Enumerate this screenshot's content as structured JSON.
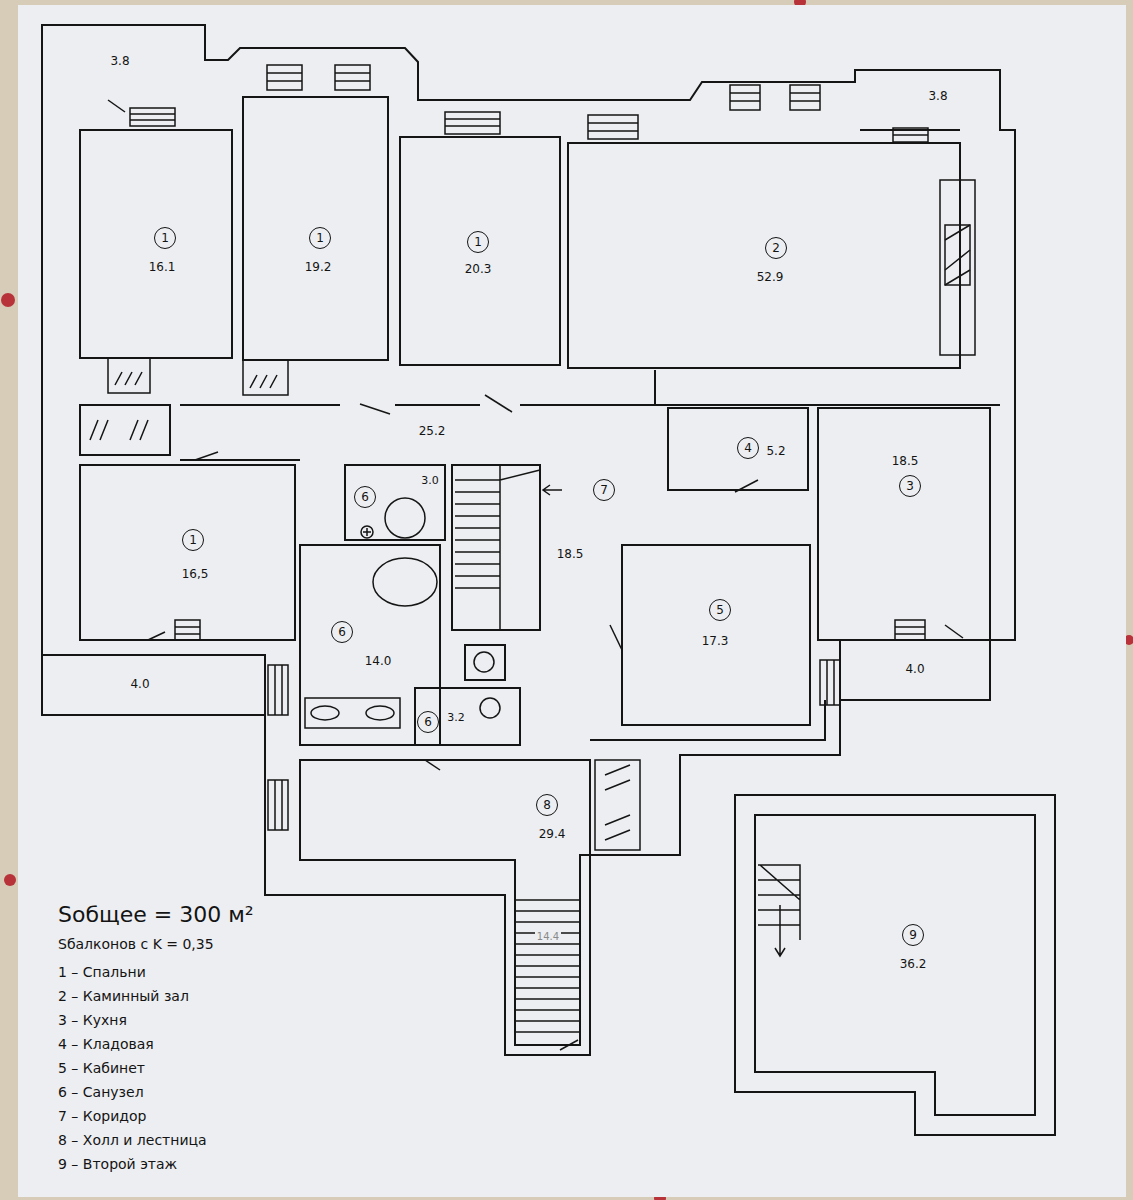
{
  "diagram": {
    "nodes": [
      {
        "text": [
          "1"
        ]
      },
      {
        "text": [
          "1"
        ]
      },
      {
        "text": [
          "1"
        ]
      },
      {
        "text": [
          "2"
        ]
      },
      {
        "text": [
          "6"
        ]
      },
      {
        "text": [
          "7"
        ]
      },
      {
        "text": [
          "4"
        ]
      },
      {
        "text": [
          "3"
        ]
      },
      {
        "text": [
          "1"
        ]
      },
      {
        "text": [
          "6"
        ]
      },
      {
        "text": [
          "5"
        ]
      },
      {
        "text": [
          "6"
        ]
      },
      {
        "text": [
          "8"
        ]
      },
      {
        "text": [
          "9"
        ]
      }
    ],
    "labels": [
      "3.8",
      "3.8",
      "16.1",
      "19.2",
      "20.3",
      "52.9",
      "25.2",
      "3.0",
      "5.2",
      "18.5",
      "18.5",
      "16,5",
      "14.0",
      "17.3",
      "4.0",
      "4.0",
      "3.2",
      "29.4",
      "14.4",
      "36.2",
      "Sобщее = 300 м²",
      "Sбалконов с K = 0,35",
      "1 – Спальни",
      "2 – Каминный зал",
      "3 – Кухня",
      "4 – Кладовая",
      "5 – Кабинет",
      "6 – Санузел",
      "7 – Коридор",
      "8 – Холл и лестница",
      "9 – Второй этаж"
    ]
  }
}
